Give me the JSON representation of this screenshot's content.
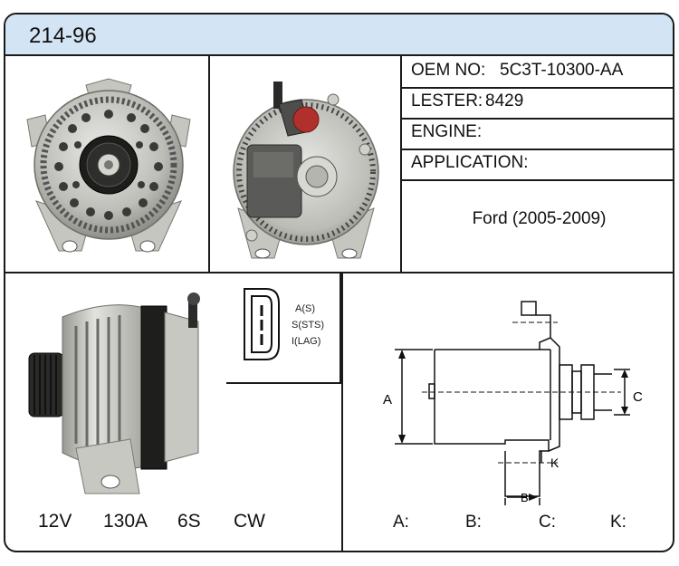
{
  "part_number": "214-96",
  "specs": {
    "oem": {
      "label": "OEM NO:",
      "value": "5C3T-10300-AA"
    },
    "lester": {
      "label": "LESTER:",
      "value": "8429"
    },
    "engine": {
      "label": "ENGINE:",
      "value": ""
    },
    "application": {
      "label": "APPLICATION:",
      "value": "Ford (2005-2009)"
    }
  },
  "ratings": {
    "voltage": "12V",
    "amperage": "130A",
    "pulley": "6S",
    "rotation": "CW"
  },
  "connector": {
    "pins": [
      "A(S)",
      "S(STS)",
      "I(LAG)"
    ]
  },
  "diagram": {
    "dim_marks": {
      "a": "A",
      "b": "B",
      "c": "C",
      "k": "K"
    },
    "dim_fields": {
      "a": "A:",
      "b": "B:",
      "c": "C:",
      "k": "K:"
    }
  },
  "colors": {
    "header_bg": "#d3e5f5",
    "border": "#1a1a1a",
    "plug_cap": "#b0302c"
  }
}
